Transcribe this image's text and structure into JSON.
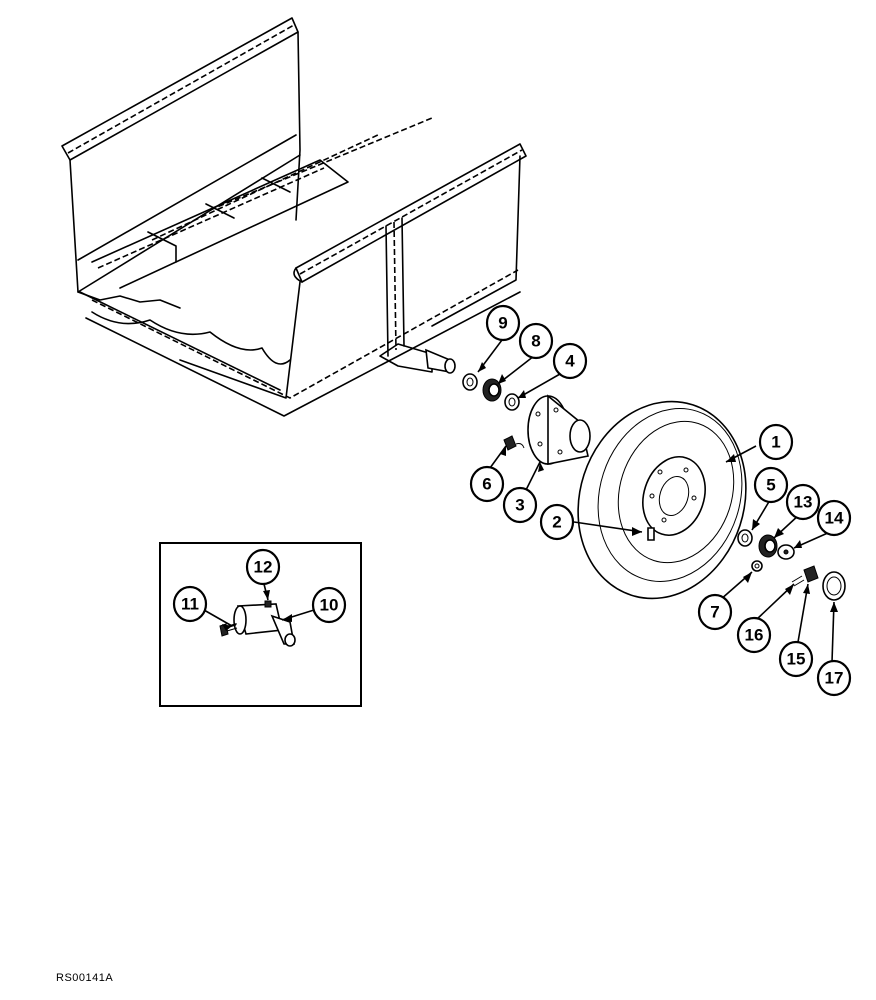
{
  "figure_code": "RS00141A",
  "callouts": [
    "1",
    "2",
    "3",
    "4",
    "5",
    "6",
    "7",
    "8",
    "9",
    "10",
    "11",
    "12",
    "13",
    "14",
    "15",
    "16",
    "17"
  ],
  "inset": {
    "callouts": [
      "10",
      "11",
      "12"
    ]
  }
}
